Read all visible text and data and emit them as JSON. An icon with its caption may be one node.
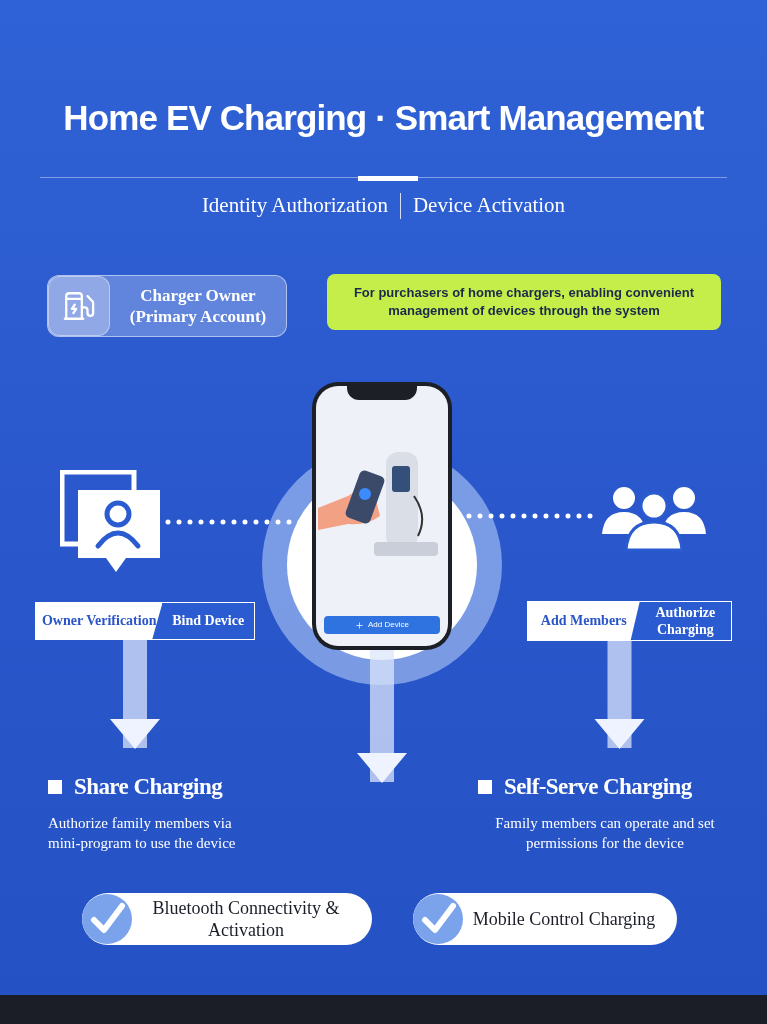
{
  "diagram": {
    "title": "Home EV Charging · Smart Management",
    "nodes": [
      {
        "text": [
          "Charger Owner (Primary Account)"
        ]
      },
      {
        "text": [
          "For purchasers of home chargers, enabling convenient management of devices through the system"
        ]
      },
      {
        "text": [],
        "shape": "picture"
      },
      {
        "text": [
          "Add Device"
        ]
      },
      {
        "text": [],
        "shape": "picture"
      },
      {
        "text": [
          "Owner Verification",
          "Bind Device"
        ]
      },
      {
        "text": [
          "Add Members",
          "Authorize Charging"
        ]
      },
      {
        "text": [
          "Share Charging",
          "Authorize family members via mini-program to use the device"
        ]
      },
      {
        "text": [
          "Self-Serve Charging",
          "Family members can operate and set permissions for the device"
        ]
      },
      {
        "text": [
          "Bluetooth Connectivity & Activation"
        ]
      },
      {
        "text": [
          "Mobile Control Charging"
        ]
      }
    ],
    "edges": [
      {
        "from": 2,
        "to": 3,
        "arrow": "none",
        "style": "dashed"
      },
      {
        "from": 3,
        "to": 4,
        "arrow": "none",
        "style": "dashed"
      },
      {
        "from": 5,
        "to": 7,
        "arrow": "to"
      },
      {
        "from": 3,
        "to": null,
        "arrow": "to"
      },
      {
        "from": 6,
        "to": 8,
        "arrow": "to"
      }
    ],
    "labels": [
      "Identity Authorization",
      "Device Activation"
    ]
  }
}
